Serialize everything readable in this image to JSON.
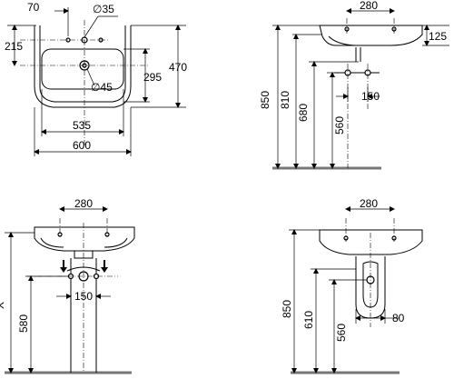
{
  "views": {
    "front_top_left": {
      "dims": {
        "d70": "70",
        "d35": "∅35",
        "d215": "215",
        "d470": "470",
        "d295": "295",
        "d45": "∅45",
        "d535": "535",
        "d600": "600"
      }
    },
    "side_top_right": {
      "dims": {
        "d280": "280",
        "d125": "125",
        "d850": "850",
        "d810": "810",
        "d680": "680",
        "d560": "560",
        "d150": "150"
      }
    },
    "front_bottom_left": {
      "dims": {
        "d280": "280",
        "dX": "X",
        "d150": "150",
        "d580": "580"
      }
    },
    "front_bottom_right": {
      "dims": {
        "d280": "280",
        "d850": "850",
        "d610": "610",
        "d560": "560",
        "d80": "80"
      }
    }
  }
}
